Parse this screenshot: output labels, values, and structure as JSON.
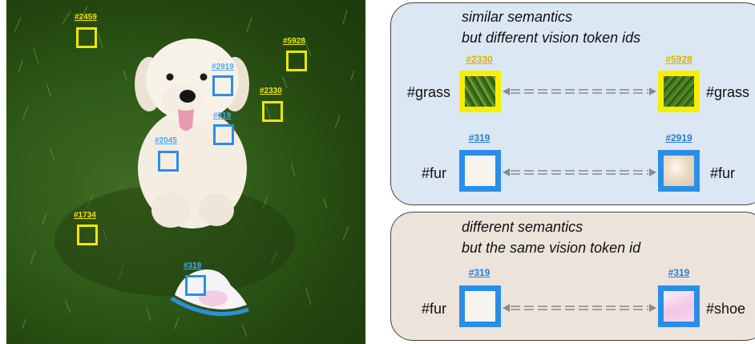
{
  "photo_tokens": [
    {
      "id": "#2459",
      "color": "yellow"
    },
    {
      "id": "#5928",
      "color": "yellow"
    },
    {
      "id": "#2919",
      "color": "blue"
    },
    {
      "id": "#2330",
      "color": "yellow"
    },
    {
      "id": "#319",
      "color": "blue"
    },
    {
      "id": "#2045",
      "color": "blue"
    },
    {
      "id": "#1734",
      "color": "yellow"
    },
    {
      "id": "#319",
      "color": "blue"
    }
  ],
  "top_panel": {
    "caption_line1": "similar semantics",
    "caption_line2": "but different vision token ids",
    "row1": {
      "left_id": "#2330",
      "right_id": "#5928",
      "left_label": "#grass",
      "right_label": "#grass"
    },
    "row2": {
      "left_id": "#319",
      "right_id": "#2919",
      "left_label": "#fur",
      "right_label": "#fur"
    }
  },
  "bottom_panel": {
    "caption_line1": "different semantics",
    "caption_line2": "but the same vision token id",
    "row1": {
      "left_id": "#319",
      "right_id": "#319",
      "left_label": "#fur",
      "right_label": "#shoe"
    }
  },
  "colors": {
    "yellow": "#f2e600",
    "blue": "#2b8ee6",
    "top_panel_bg": "#dbe7f3",
    "bottom_panel_bg": "#ece3db"
  }
}
